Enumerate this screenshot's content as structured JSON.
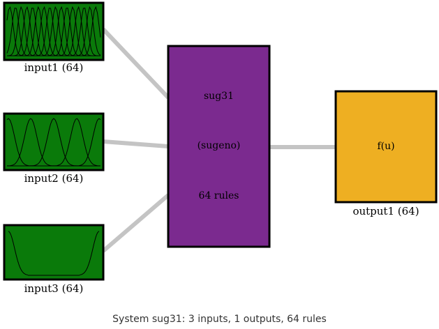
{
  "inputs": [
    {
      "label": "input1 (64)"
    },
    {
      "label": "input2 (64)"
    },
    {
      "label": "input3 (64)"
    }
  ],
  "system": {
    "name": "sug31",
    "type": "(sugeno)",
    "rules": "64 rules"
  },
  "output": {
    "function": "f(u)",
    "label": "output1 (64)"
  },
  "caption": "System sug31: 3 inputs, 1 outputs, 64 rules",
  "colors": {
    "input_fill": "#0a7a0a",
    "system_fill": "#7b2a8f",
    "output_fill": "#eeaf22",
    "connector": "#c4c4c4",
    "border": "#000000"
  }
}
